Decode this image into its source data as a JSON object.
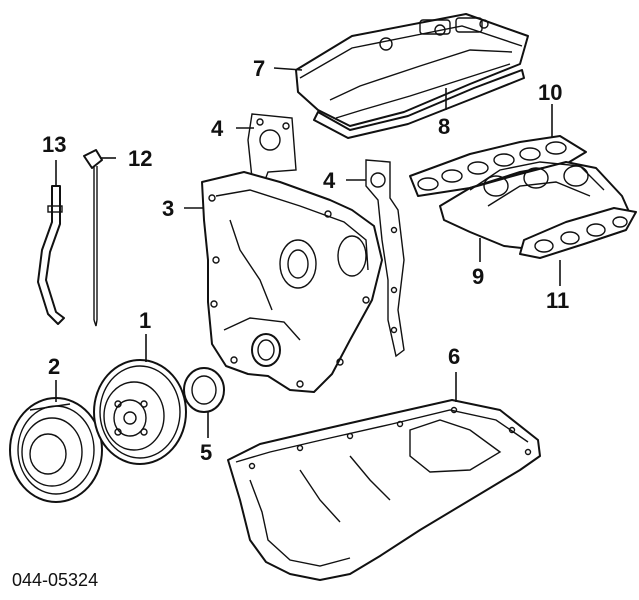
{
  "diagram": {
    "reference_code": "044-05324",
    "callouts": {
      "c1": "1",
      "c2": "2",
      "c3": "3",
      "c4a": "4",
      "c4b": "4",
      "c5": "5",
      "c6": "6",
      "c7": "7",
      "c8": "8",
      "c9": "9",
      "c10": "10",
      "c11": "11",
      "c12": "12",
      "c13": "13"
    }
  }
}
